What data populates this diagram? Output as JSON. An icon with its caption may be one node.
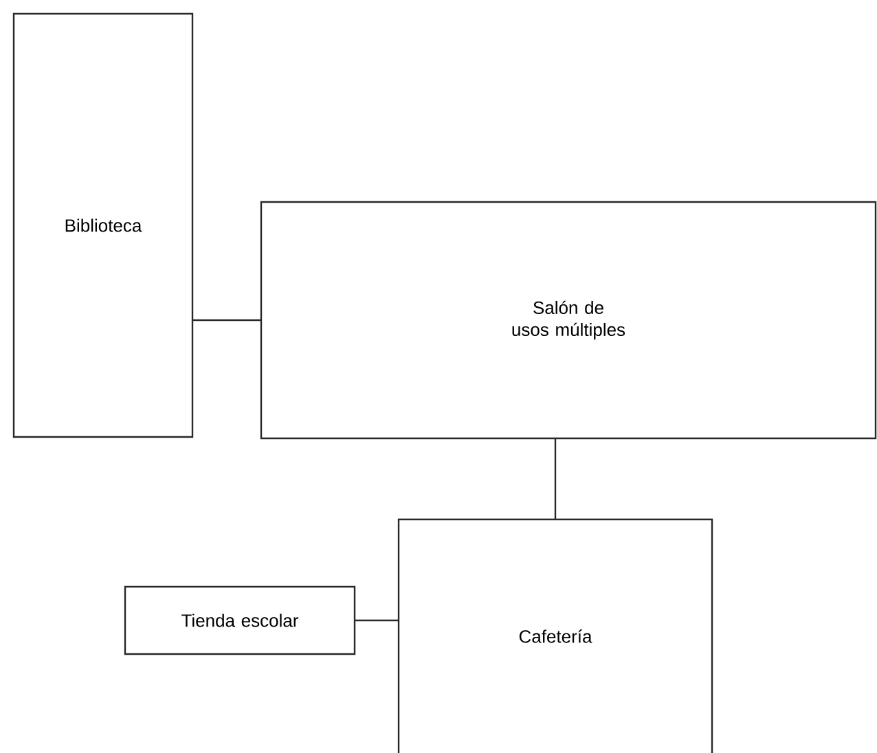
{
  "diagram": {
    "nodes": [
      {
        "text": [
          "Biblioteca"
        ]
      },
      {
        "text": [
          "Salón de usos múltiples"
        ]
      },
      {
        "text": [
          "Cafetería"
        ]
      },
      {
        "text": [
          "Tienda escolar"
        ]
      }
    ],
    "edges": [
      {
        "from": 0,
        "to": 1,
        "arrow": "none"
      },
      {
        "from": 1,
        "to": 2,
        "arrow": "none"
      },
      {
        "from": 3,
        "to": 2,
        "arrow": "none"
      }
    ]
  }
}
